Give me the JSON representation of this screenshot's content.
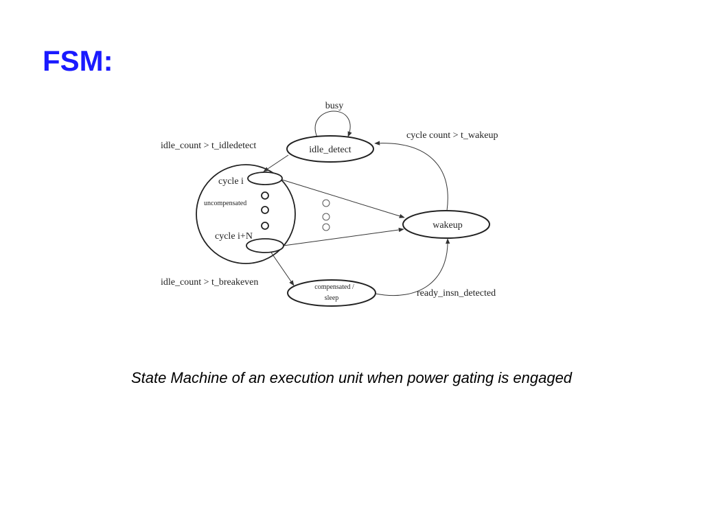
{
  "slide": {
    "title": "FSM:",
    "caption": "State Machine of an execution unit when power gating is engaged"
  },
  "diagram": {
    "states": {
      "idle_detect": "idle_detect",
      "wakeup": "wakeup",
      "compensated_sleep_line1": "compensated  /",
      "compensated_sleep_line2": "sleep",
      "cycle_i": "cycle i",
      "cycle_iN": "cycle i+N",
      "uncompensated": "uncompensated"
    },
    "transitions": {
      "busy": "busy",
      "to_idle_detect": "idle_count > t_idledetect",
      "to_wakeup_from_idle": "cycle count > t_wakeup",
      "to_sleep": "idle_count > t_breakeven",
      "ready": "ready_insn_detected"
    }
  }
}
